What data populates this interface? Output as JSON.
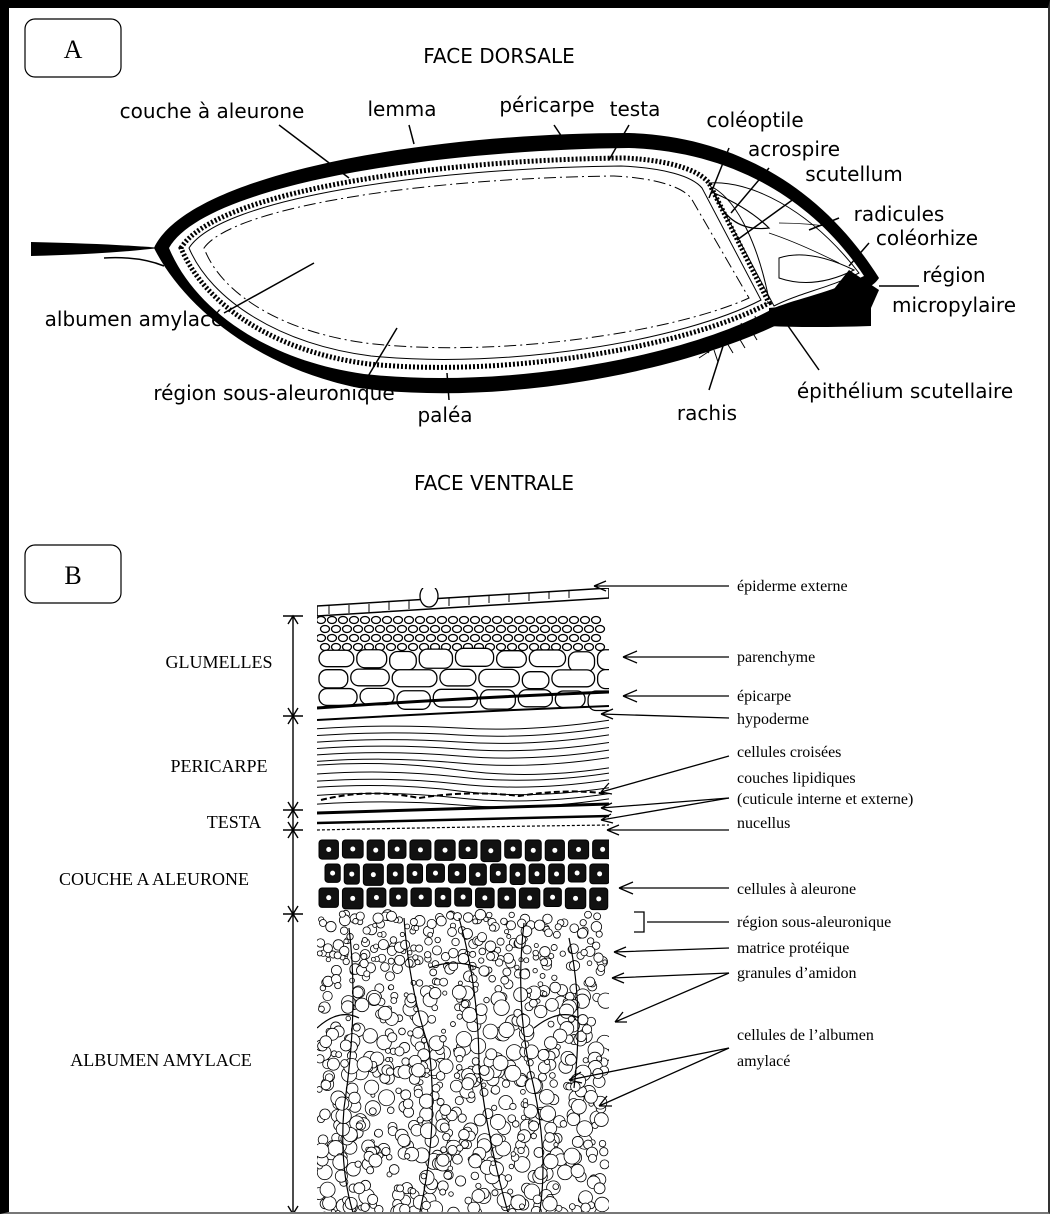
{
  "panel_a": {
    "letter": "A",
    "face_dorsale": "FACE DORSALE",
    "face_ventrale": "FACE VENTRALE",
    "labels": {
      "couche_aleurone": "couche à aleurone",
      "lemma": "lemma",
      "pericarpe": "péricarpe",
      "testa": "testa",
      "coleoptile": "coléoptile",
      "acrospire": "acrospire",
      "scutellum": "scutellum",
      "radicules": "radicules",
      "coleorhize": "coléorhize",
      "region_line1": "région",
      "region_line2": "micropylaire",
      "albumen_amylace": "albumen amylacé",
      "region_sous_aleuronique": "région sous-aleuronique",
      "palea": "paléa",
      "rachis": "rachis",
      "epithelium": "épithélium scutellaire"
    }
  },
  "panel_b": {
    "letter": "B",
    "left_labels": {
      "glumelles": "GLUMELLES",
      "pericarpe": "PERICARPE",
      "testa": "TESTA",
      "couche_aleurone": "COUCHE A ALEURONE",
      "albumen_amylace": "ALBUMEN AMYLACE"
    },
    "right_labels": {
      "epiderme_externe": "épiderme externe",
      "parenchyme": "parenchyme",
      "epicarpe": "épicarpe",
      "hypoderme": "hypoderme",
      "cellules_croisees": "cellules croisées",
      "couches_lipidiques_1": "couches lipidiques",
      "couches_lipidiques_2": "(cuticule interne et externe)",
      "nucellus": "nucellus",
      "cellules_aleurone": "cellules à aleurone",
      "region_sous_aleuronique": "région sous-aleuronique",
      "matrice_proteique": "matrice protéique",
      "granules_amidon": "granules d’amidon",
      "cellules_albumen_1": "cellules de l’albumen",
      "cellules_albumen_2": "amylacé"
    }
  }
}
